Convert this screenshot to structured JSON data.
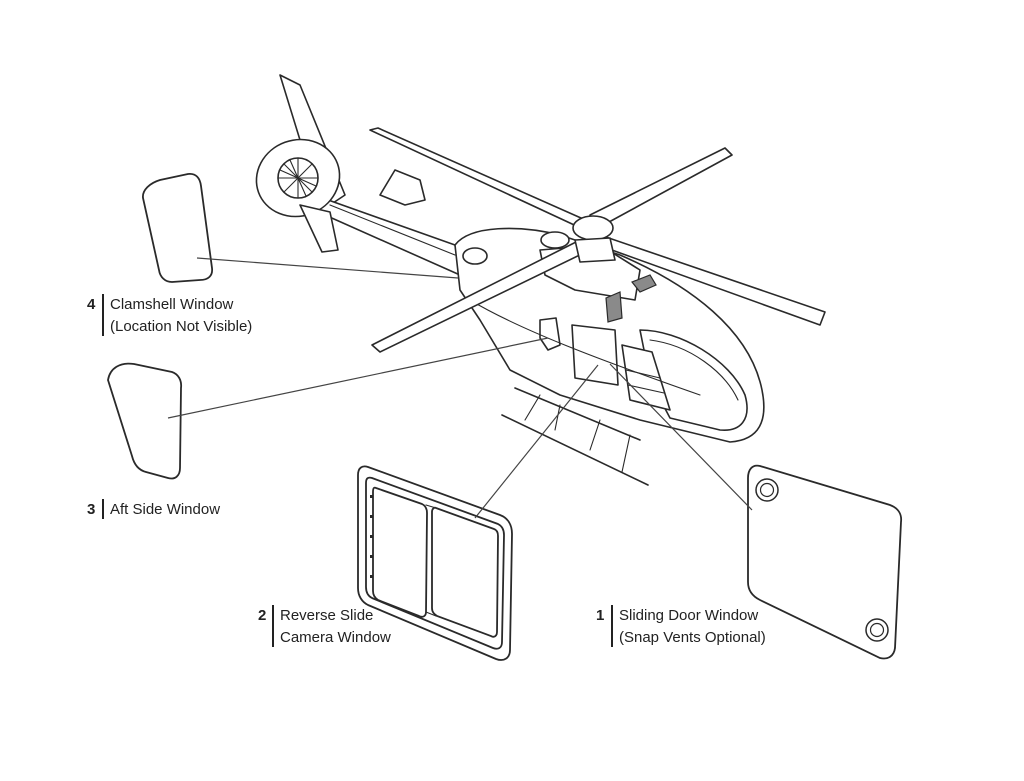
{
  "callouts": [
    {
      "number": "1",
      "line1": "Sliding Door Window",
      "line2": "(Snap Vents Optional)"
    },
    {
      "number": "2",
      "line1": "Reverse Slide",
      "line2": "Camera Window"
    },
    {
      "number": "3",
      "line1": "Aft Side Window",
      "line2": ""
    },
    {
      "number": "4",
      "line1": "Clamshell Window",
      "line2": "(Location Not Visible)"
    }
  ]
}
